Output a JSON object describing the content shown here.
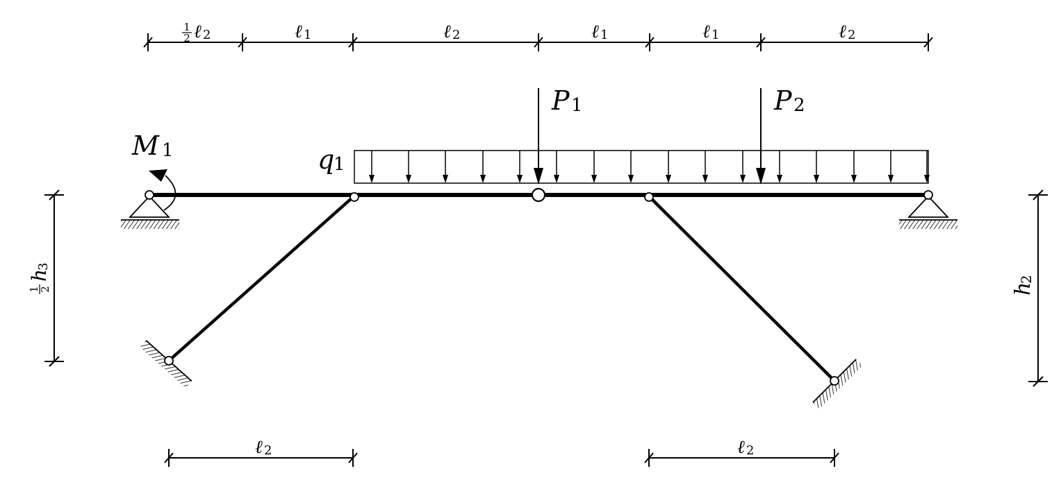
{
  "top_dimensions": {
    "seg1": {
      "main": "ℓ",
      "sub": "2",
      "prefix_num": "1",
      "prefix_den": "2"
    },
    "seg2": {
      "main": "ℓ",
      "sub": "1"
    },
    "seg3": {
      "main": "ℓ",
      "sub": "2"
    },
    "seg4": {
      "main": "ℓ",
      "sub": "1"
    },
    "seg5": {
      "main": "ℓ",
      "sub": "1"
    },
    "seg6": {
      "main": "ℓ",
      "sub": "2"
    }
  },
  "bottom_dimensions": {
    "left": {
      "main": "ℓ",
      "sub": "2"
    },
    "right": {
      "main": "ℓ",
      "sub": "2"
    }
  },
  "side_dimensions": {
    "left": {
      "main": "h",
      "sub": "3",
      "prefix_num": "1",
      "prefix_den": "2"
    },
    "right": {
      "main": "h",
      "sub": "2"
    }
  },
  "loads": {
    "moment": {
      "main": "M",
      "sub": "1"
    },
    "distributed": {
      "main": "q",
      "sub": "1"
    },
    "point1": {
      "main": "P",
      "sub": "1"
    },
    "point2": {
      "main": "P",
      "sub": "2"
    }
  }
}
